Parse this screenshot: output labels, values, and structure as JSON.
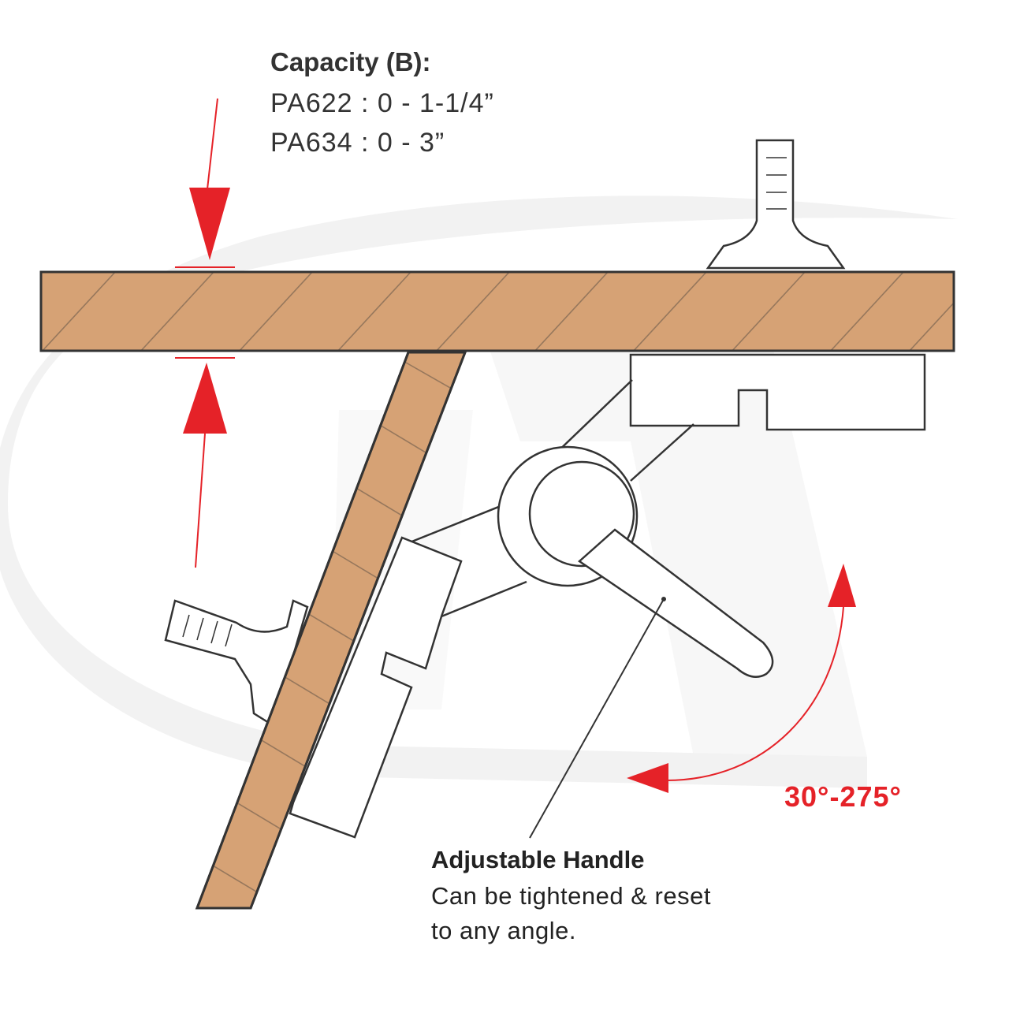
{
  "capacity": {
    "title": "Capacity (B):",
    "lines": [
      "PA622 : 0 - 1-1/4”",
      "PA634 : 0 - 3”"
    ]
  },
  "rotation": {
    "label": "30°-275°"
  },
  "handle": {
    "title": "Adjustable Handle",
    "description_lines": [
      "Can be tightened & reset",
      "to any angle."
    ]
  },
  "colors": {
    "wood": "#D6A275",
    "accent_red": "#E52228",
    "line": "#333333",
    "watermark": "#F1F1F1"
  }
}
